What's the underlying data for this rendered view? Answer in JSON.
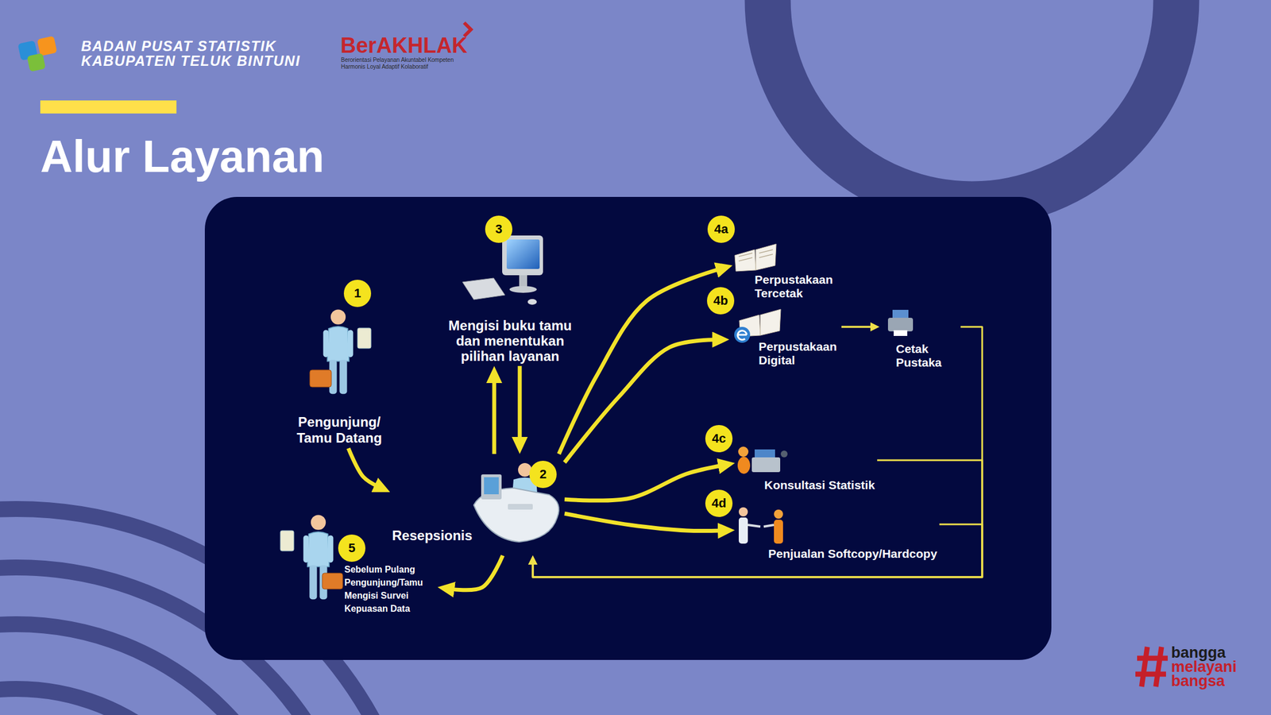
{
  "diagram": {
    "title": "Alur Layanan",
    "nodes": [
      {
        "text": [
          "Pengunjung/ Tamu Datang"
        ]
      },
      {
        "text": [
          "Resepsionis"
        ]
      },
      {
        "text": [
          "Mengisi buku tamu dan menentukan pilihan layanan"
        ]
      },
      {
        "text": [
          "Perpustakaan Tercetak"
        ]
      },
      {
        "text": [
          "Perpustakaan Digital"
        ]
      },
      {
        "text": [
          "Cetak Pustaka"
        ]
      },
      {
        "text": [
          "Konsultasi Statistik"
        ]
      },
      {
        "text": [
          "Penjualan Softcopy/Hardcopy"
        ]
      },
      {
        "text": [
          "Sebelum Pulang Pengunjung/Tamu Mengisi Survei Kepuasan Data"
        ]
      }
    ],
    "edges": [
      {
        "from": 0,
        "to": 1,
        "arrow": "to"
      },
      {
        "from": 1,
        "to": 2,
        "arrow": "to"
      },
      {
        "from": 2,
        "to": 1,
        "arrow": "to"
      },
      {
        "from": 1,
        "to": 3,
        "arrow": "to"
      },
      {
        "from": 1,
        "to": 4,
        "arrow": "to"
      },
      {
        "from": 4,
        "to": 5,
        "arrow": "to"
      },
      {
        "from": 1,
        "to": 6,
        "arrow": "to"
      },
      {
        "from": 1,
        "to": 7,
        "arrow": "to"
      },
      {
        "from": 5,
        "to": 1,
        "arrow": "to"
      },
      {
        "from": 6,
        "to": 1,
        "arrow": "to"
      },
      {
        "from": 7,
        "to": 1,
        "arrow": "to"
      },
      {
        "from": 1,
        "to": 8,
        "arrow": "to"
      }
    ],
    "labels": [
      "BADAN PUSAT STATISTIK",
      "KABUPATEN TELUK BINTUNI",
      "BerAKHLAK",
      "Berorientasi Pelayanan Akuntabel Kompeten",
      "Harmonis Loyal Adaptif Kolaboratif",
      "1",
      "2",
      "3",
      "4a",
      "4b",
      "4c",
      "4d",
      "5",
      "bangga",
      "melayani",
      "bangsa"
    ]
  }
}
